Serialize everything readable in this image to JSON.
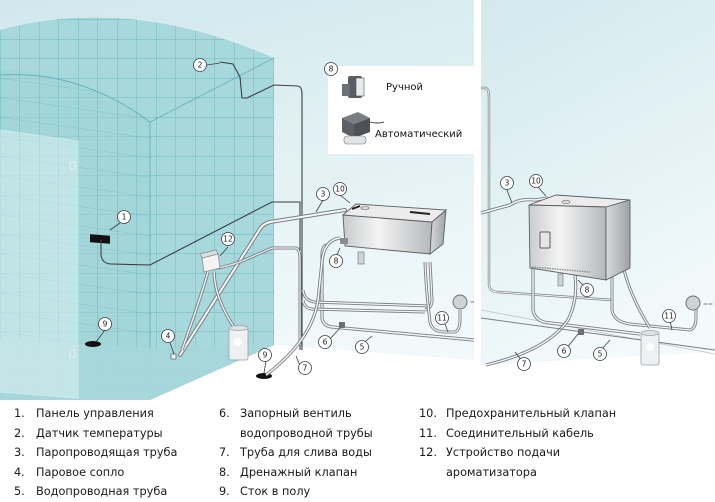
{
  "diagram": {
    "title": "",
    "colors": {
      "wall_tile": "#a9dadd",
      "tile_grid": "#6fbcc2",
      "background_gradient_top": "#d4eaef",
      "background_gradient_bottom": "#f3fafb",
      "pipe": "#7a7f84",
      "wire": "#3a3f44",
      "control_panel": "#111111"
    },
    "callouts": [
      {
        "id": "1",
        "label": "1"
      },
      {
        "id": "2",
        "label": "2"
      },
      {
        "id": "3-left",
        "label": "3"
      },
      {
        "id": "10-left",
        "label": "10"
      },
      {
        "id": "8-left",
        "label": "8"
      },
      {
        "id": "12",
        "label": "12"
      },
      {
        "id": "4",
        "label": "4"
      },
      {
        "id": "9-shower",
        "label": "9"
      },
      {
        "id": "9-floor",
        "label": "9"
      },
      {
        "id": "7-left",
        "label": "7"
      },
      {
        "id": "6-left",
        "label": "6"
      },
      {
        "id": "5-left",
        "label": "5"
      },
      {
        "id": "11-left",
        "label": "11"
      },
      {
        "id": "8-inset",
        "label": "8"
      },
      {
        "id": "3-right",
        "label": "3"
      },
      {
        "id": "10-right",
        "label": "10"
      },
      {
        "id": "8-right",
        "label": "8"
      },
      {
        "id": "11-right",
        "label": "11"
      },
      {
        "id": "6-right",
        "label": "6"
      },
      {
        "id": "5-right",
        "label": "5"
      },
      {
        "id": "7-right",
        "label": "7"
      }
    ],
    "valve_inset": {
      "manual_label": "Ручной",
      "automatic_label": "Автоматический"
    }
  },
  "legend": {
    "col1": [
      {
        "num": "1.",
        "text": "Панель управления"
      },
      {
        "num": "2.",
        "text": "Датчик температуры"
      },
      {
        "num": "3.",
        "text": "Паропроводящая труба"
      },
      {
        "num": "4.",
        "text": "Паровое сопло"
      },
      {
        "num": "5.",
        "text": "Водопроводная труба"
      }
    ],
    "col2": [
      {
        "num": "6.",
        "text": "Запорный вентиль"
      },
      {
        "num": "",
        "text": "водопроводной трубы"
      },
      {
        "num": "7.",
        "text": "Труба для слива воды"
      },
      {
        "num": "8.",
        "text": "Дренажный клапан"
      },
      {
        "num": "9.",
        "text": "Сток в полу"
      }
    ],
    "col3": [
      {
        "num": "10.",
        "text": "Предохранительный клапан"
      },
      {
        "num": "11.",
        "text": "Соединительный кабель"
      },
      {
        "num": "12.",
        "text": "Устройство подачи"
      },
      {
        "num": "",
        "text": "ароматизатора"
      }
    ]
  }
}
